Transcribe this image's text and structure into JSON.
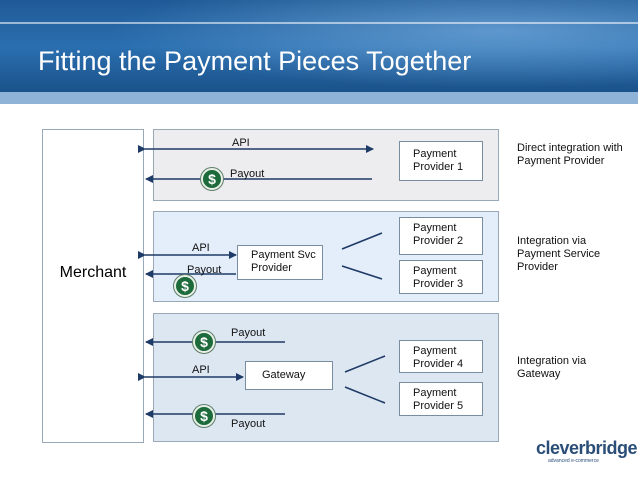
{
  "title": "Fitting the Payment Pieces Together",
  "merchant_label": "Merchant",
  "rows": [
    {
      "api_label": "API",
      "payout_label": "Payout",
      "providers": [
        "Payment\nProvider 1"
      ],
      "description": "Direct integration with Payment Provider"
    },
    {
      "api_label": "API",
      "payout_label": "Payout",
      "intermediary": "Payment Svc\nProvider",
      "providers": [
        "Payment\nProvider 2",
        "Payment\nProvider 3"
      ],
      "description": "Integration via Payment Service Provider"
    },
    {
      "api_label": "API",
      "payout_label_top": "Payout",
      "payout_label_bottom": "Payout",
      "intermediary": "Gateway",
      "providers": [
        "Payment\nProvider 4",
        "Payment\nProvider 5"
      ],
      "description": "Integration via Gateway"
    }
  ],
  "currency_symbol": "$",
  "logo": {
    "name": "cleverbridge",
    "tagline": "advanced e-commerce"
  },
  "colors": {
    "header": "#2a6fb0",
    "dollar": "#1d6a3a",
    "arrow": "#1e3a66"
  }
}
